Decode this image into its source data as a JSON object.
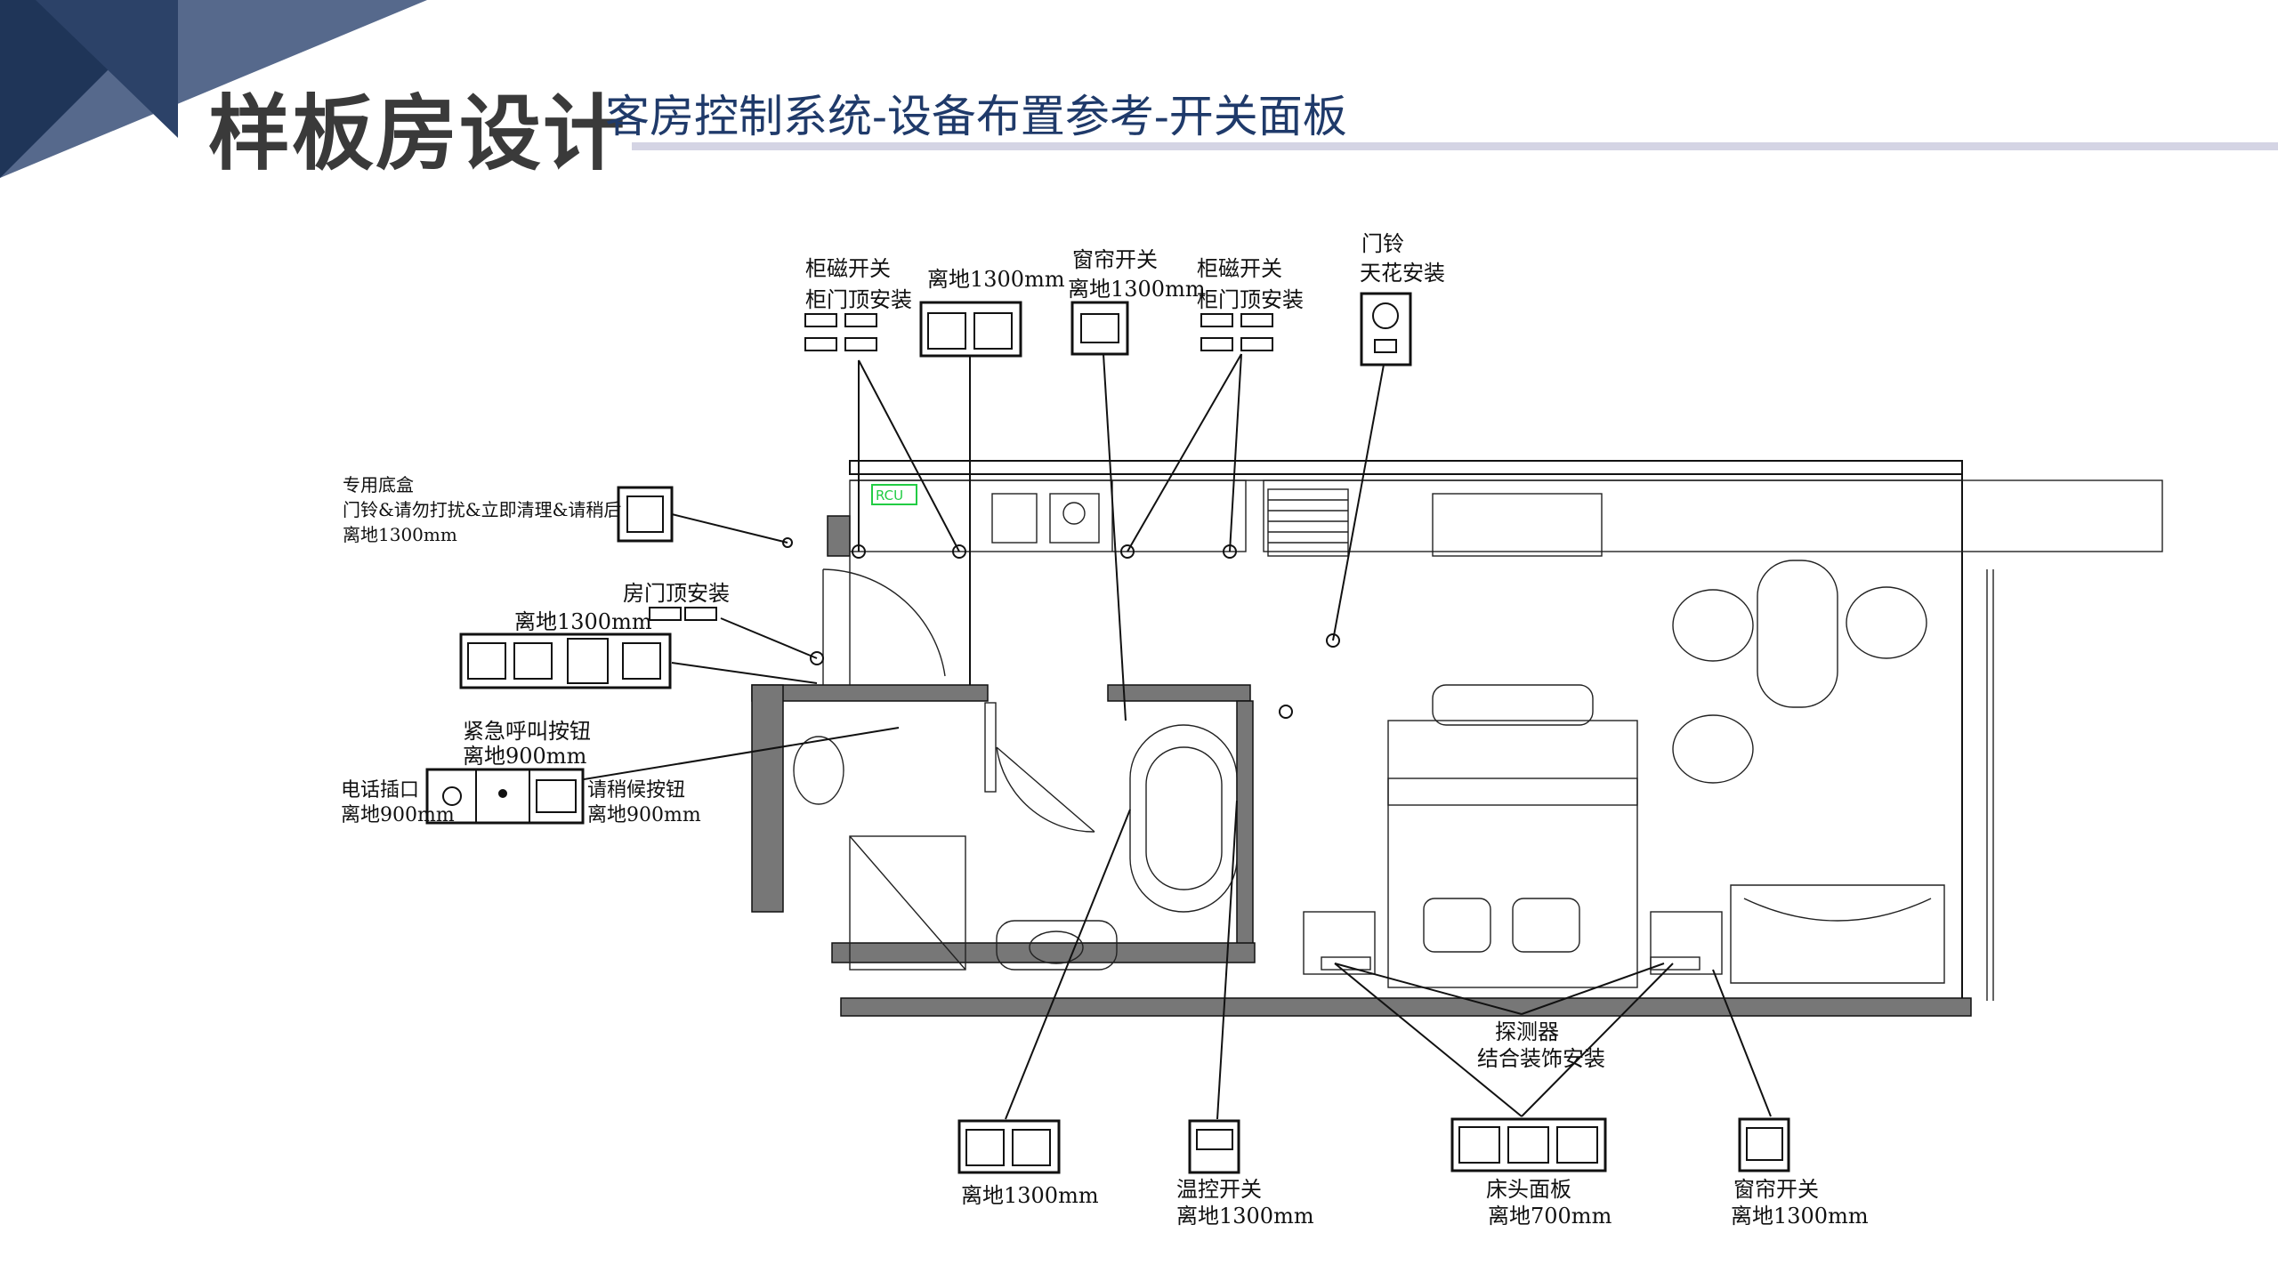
{
  "header": {
    "title": "样板房设计",
    "subtitle": "客房控制系统-设备布置参考-开关面板"
  },
  "labels": {
    "cabinet_switch_left_1": "柜磁开关",
    "cabinet_switch_left_2": "柜门顶安装",
    "top_panel_height": "离地1300mm",
    "curtain_switch_top_1": "窗帘开关",
    "curtain_switch_top_2": "离地1300mm",
    "cabinet_switch_right_1": "柜磁开关",
    "cabinet_switch_right_2": "柜门顶安装",
    "doorbell_1": "门铃",
    "doorbell_2": "天花安装",
    "special_box_1": "专用底盒",
    "special_box_2": "门铃&请勿打扰&立即清理&请稍后",
    "special_box_3": "离地1300mm",
    "door_top_install": "房门顶安装",
    "entry_panel_height": "离地1300mm",
    "emergency_1": "紧急呼叫按钮",
    "emergency_2": "离地900mm",
    "phone_1": "电话插口",
    "phone_2": "离地900mm",
    "sos_1": "请稍候按钮",
    "sos_2": "离地900mm",
    "detector_1": "探测器",
    "detector_2": "结合装饰安装",
    "bottom_panel_height": "离地1300mm",
    "thermostat_1": "温控开关",
    "thermostat_2": "离地1300mm",
    "bedside_1": "床头面板",
    "bedside_2": "离地700mm",
    "curtain_switch_bottom_1": "窗帘开关",
    "curtain_switch_bottom_2": "离地1300mm",
    "rcu_tag": "RCU"
  },
  "colors": {
    "title": "#3a3a3a",
    "subtitle": "#1f3a6a",
    "banner_dark": "#1f3558",
    "banner_light": "#56698c",
    "header_rule": "#d4d4e4",
    "rcu": "#22cc44"
  }
}
